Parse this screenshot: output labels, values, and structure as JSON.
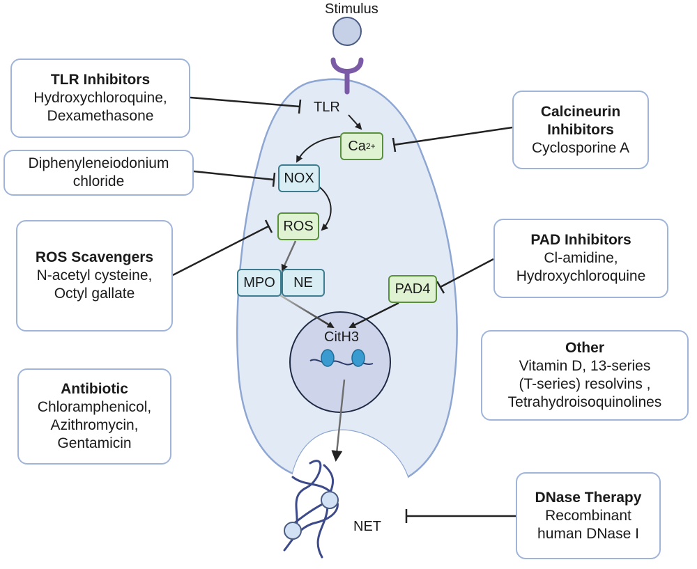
{
  "stimulus_label": "Stimulus",
  "receptor_label": "TLR",
  "nodes": {
    "ca": "Ca",
    "ca_sup": "2+",
    "nox": "NOX",
    "ros": "ROS",
    "mpo": "MPO",
    "ne": "NE",
    "pad4": "PAD4",
    "cith3": "CitH3",
    "net": "NET"
  },
  "boxes": {
    "tlr_inhibitors": {
      "title": "TLR Inhibitors",
      "lines": [
        "Hydroxychloroquine,",
        "Dexamethasone"
      ]
    },
    "dpi": {
      "lines": [
        "Diphenyleneiodonium",
        "chloride"
      ]
    },
    "ros_scavengers": {
      "title": "ROS Scavengers",
      "lines": [
        "N-acetyl cysteine,",
        "Octyl gallate"
      ]
    },
    "antibiotic": {
      "title": "Antibiotic",
      "lines": [
        "Chloramphenicol,",
        "Azithromycin,",
        "Gentamicin"
      ]
    },
    "calcineurin": {
      "title": "Calcineurin",
      "title2": "Inhibitors",
      "lines": [
        "Cyclosporine A"
      ]
    },
    "pad_inhibitors": {
      "title": "PAD Inhibitors",
      "lines": [
        "Cl-amidine,",
        "Hydroxychloroquine"
      ]
    },
    "other": {
      "title": "Other",
      "lines": [
        "Vitamin D, 13-series",
        "(T-series) resolvins ,",
        "Tetrahydroisoquinolines"
      ]
    },
    "dnase": {
      "title": "DNase Therapy",
      "lines": [
        "Recombinant",
        "human DNase I"
      ]
    }
  },
  "colors": {
    "cell_fill": "#e2eaf6",
    "cell_stroke": "#8ea6d2",
    "nucleus_fill": "#ced4ea",
    "receptor": "#7b5aa6",
    "box_border": "#9fb4d8",
    "green_fill": "#dff2d2",
    "green_stroke": "#5a8f3c",
    "teal_fill": "#d9eef4",
    "teal_stroke": "#3d7c8f"
  }
}
